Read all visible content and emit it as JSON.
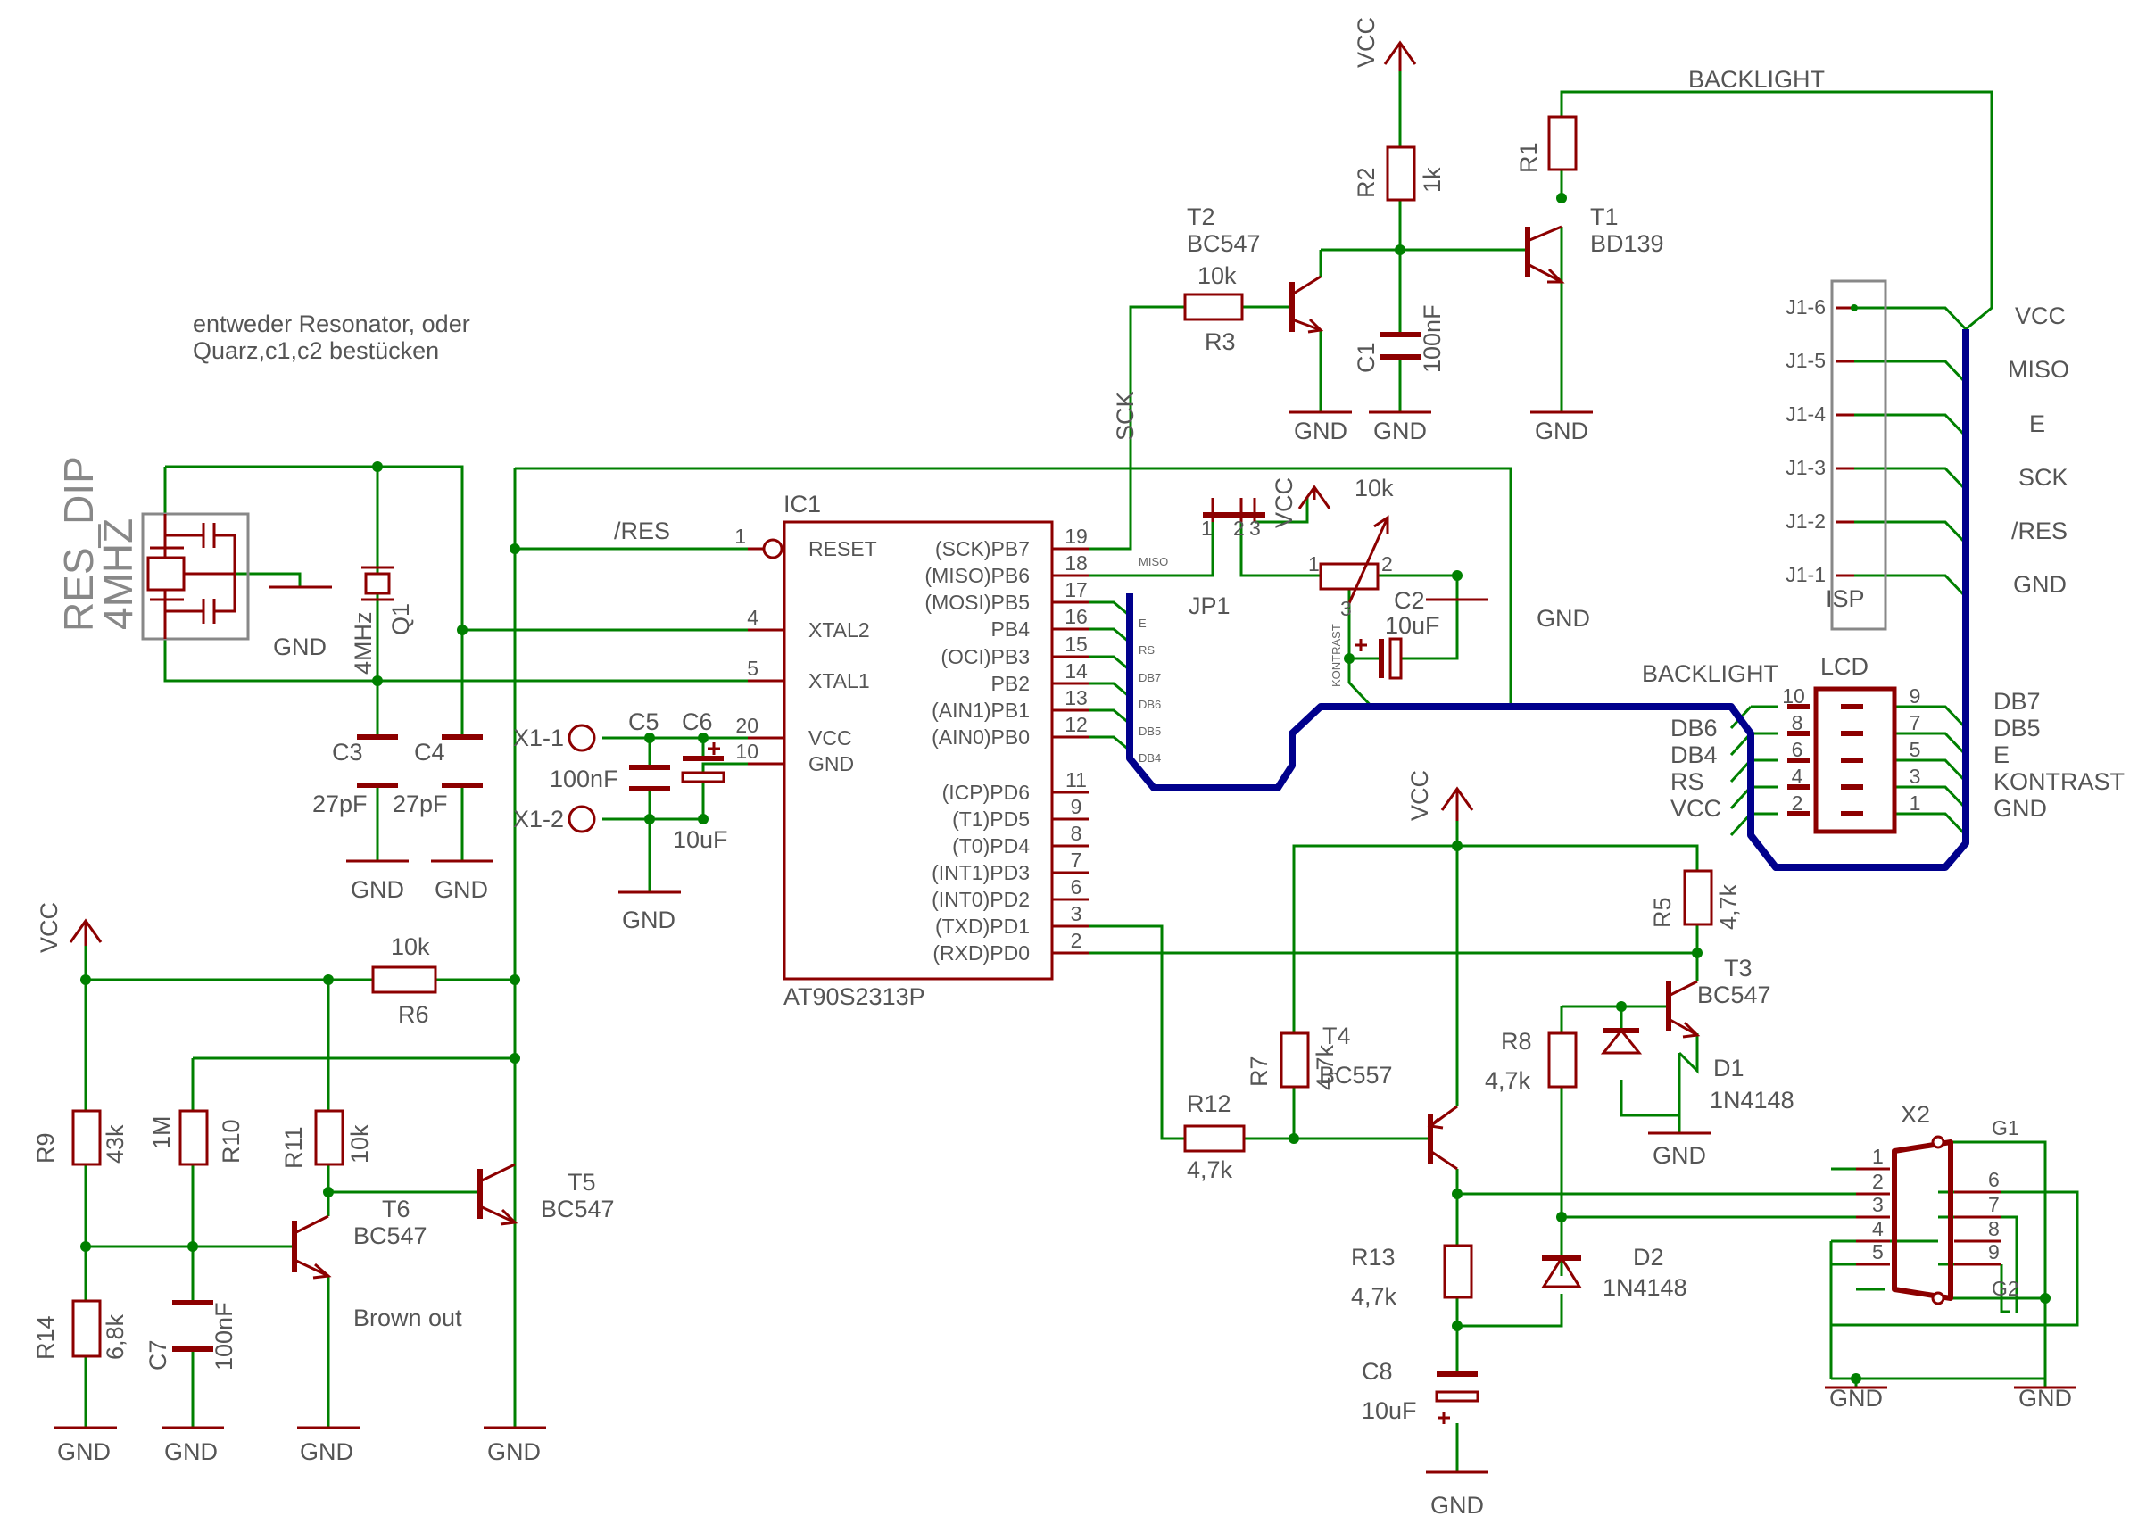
{
  "note": {
    "line1": "entweder Resonator, oder",
    "line2": "Quarz,c1,c2 bestücken"
  },
  "power": {
    "vcc": "VCC",
    "gnd": "GND"
  },
  "nets": {
    "backlight": "BACKLIGHT",
    "sck": "SCK",
    "res": "/RES",
    "miso": "MISO",
    "kontrast": "KONTRAST",
    "brown_out": "Brown out"
  },
  "ic1": {
    "name": "IC1",
    "value": "AT90S2313P",
    "left_pins": [
      {
        "num": "1",
        "label": "RESET"
      },
      {
        "num": "4",
        "label": "XTAL2"
      },
      {
        "num": "5",
        "label": "XTAL1"
      },
      {
        "num": "20",
        "label": "VCC"
      },
      {
        "num": "10",
        "label": "GND"
      }
    ],
    "right_pins": [
      {
        "num": "19",
        "label": "(SCK)PB7"
      },
      {
        "num": "18",
        "label": "(MISO)PB6"
      },
      {
        "num": "17",
        "label": "(MOSI)PB5"
      },
      {
        "num": "16",
        "label": "PB4"
      },
      {
        "num": "15",
        "label": "(OCI)PB3"
      },
      {
        "num": "14",
        "label": "PB2"
      },
      {
        "num": "13",
        "label": "(AIN1)PB1"
      },
      {
        "num": "12",
        "label": "(AIN0)PB0"
      },
      {
        "num": "11",
        "label": "(ICP)PD6"
      },
      {
        "num": "9",
        "label": "(T1)PD5"
      },
      {
        "num": "8",
        "label": "(T0)PD4"
      },
      {
        "num": "7",
        "label": "(INT1)PD3"
      },
      {
        "num": "6",
        "label": "(INT0)PD2"
      },
      {
        "num": "3",
        "label": "(TXD)PD1"
      },
      {
        "num": "2",
        "label": "(RXD)PD0"
      }
    ],
    "bus_tags": [
      "E",
      "RS",
      "DB7",
      "DB6",
      "DB5",
      "DB4"
    ]
  },
  "res_dip": {
    "name": "RES_DIP",
    "value": "4MHZ"
  },
  "q1": {
    "name": "Q1",
    "value": "4MHz"
  },
  "c3": {
    "name": "C3",
    "value": "27pF"
  },
  "c4": {
    "name": "C4",
    "value": "27pF"
  },
  "c5": {
    "name": "C5",
    "value": "100nF"
  },
  "c6": {
    "name": "C6",
    "value": "10uF"
  },
  "x1": {
    "pin1": "X1-1",
    "pin2": "X1-2"
  },
  "r2": {
    "name": "R2",
    "value": "1k"
  },
  "r1": {
    "name": "R1"
  },
  "r3": {
    "name": "R3",
    "value": "10k"
  },
  "t2": {
    "name": "T2",
    "value": "BC547"
  },
  "t1": {
    "name": "T1",
    "value": "BD139"
  },
  "c1": {
    "name": "C1",
    "value": "100nF"
  },
  "jp1": {
    "name": "JP1",
    "pins": [
      "1",
      "2",
      "3"
    ]
  },
  "pot": {
    "value": "10k",
    "pins": [
      "1",
      "2",
      "3"
    ]
  },
  "c2": {
    "name": "C2",
    "value": "10uF"
  },
  "isp": {
    "name": "ISP",
    "pins": [
      "J1-6",
      "J1-5",
      "J1-4",
      "J1-3",
      "J1-2",
      "J1-1"
    ],
    "signals": [
      "VCC",
      "MISO",
      "E",
      "SCK",
      "/RES",
      "GND"
    ]
  },
  "lcd": {
    "name": "LCD",
    "left_nums": [
      "10",
      "8",
      "6",
      "4",
      "2"
    ],
    "right_nums": [
      "9",
      "7",
      "5",
      "3",
      "1"
    ],
    "left_sig": [
      "BACKLIGHT",
      "DB6",
      "DB4",
      "RS",
      "VCC"
    ],
    "right_sig": [
      "DB7",
      "DB5",
      "E",
      "KONTRAST",
      "GND"
    ]
  },
  "r6": {
    "name": "R6",
    "value": "10k"
  },
  "r9": {
    "name": "R9",
    "value": "43k"
  },
  "r10": {
    "name": "R10",
    "value": "1M"
  },
  "r11": {
    "name": "R11",
    "value": "10k"
  },
  "r14": {
    "name": "R14",
    "value": "6,8k"
  },
  "c7": {
    "name": "C7",
    "value": "100nF"
  },
  "t6": {
    "name": "T6",
    "value": "BC547"
  },
  "t5": {
    "name": "T5",
    "value": "BC547"
  },
  "r5": {
    "name": "R5",
    "value": "4,7k"
  },
  "t3": {
    "name": "T3",
    "value": "BC547"
  },
  "r7": {
    "name": "R7",
    "value": "4,7k"
  },
  "t4": {
    "name": "T4",
    "value": "BC557"
  },
  "r12": {
    "name": "R12",
    "value": "4,7k"
  },
  "r8": {
    "name": "R8",
    "value": "4,7k"
  },
  "d1": {
    "name": "D1",
    "value": "1N4148"
  },
  "d2": {
    "name": "D2",
    "value": "1N4148"
  },
  "r13": {
    "name": "R13",
    "value": "4,7k"
  },
  "c8": {
    "name": "C8",
    "value": "10uF"
  },
  "x2": {
    "name": "X2",
    "left_pins": [
      "1",
      "2",
      "3",
      "4",
      "5"
    ],
    "right_pins": [
      "6",
      "7",
      "8",
      "9"
    ],
    "g1": "G1",
    "g2": "G2"
  },
  "colors": {
    "wire": "#008000",
    "bus": "#00008c",
    "part": "#8c0000",
    "text": "#555555",
    "outline": "#888888"
  }
}
